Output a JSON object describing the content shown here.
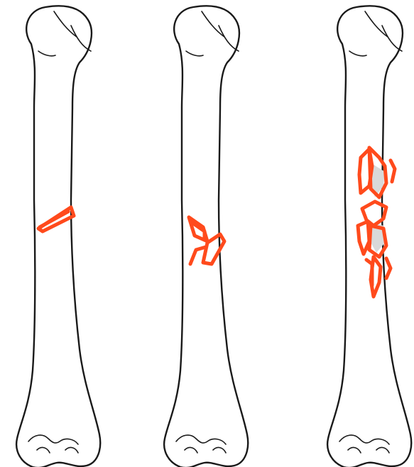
{
  "bones": [
    {
      "id": "bone-simple",
      "fracture_type": "transverse"
    },
    {
      "id": "bone-wedge",
      "fracture_type": "butterfly-fragment"
    },
    {
      "id": "bone-comminuted",
      "fracture_type": "comminuted"
    }
  ],
  "colors": {
    "fracture": "#ff4a1c",
    "outline": "#1a1a1a",
    "fragment_speckle": "#d9d9d9",
    "background": "#ffffff"
  }
}
